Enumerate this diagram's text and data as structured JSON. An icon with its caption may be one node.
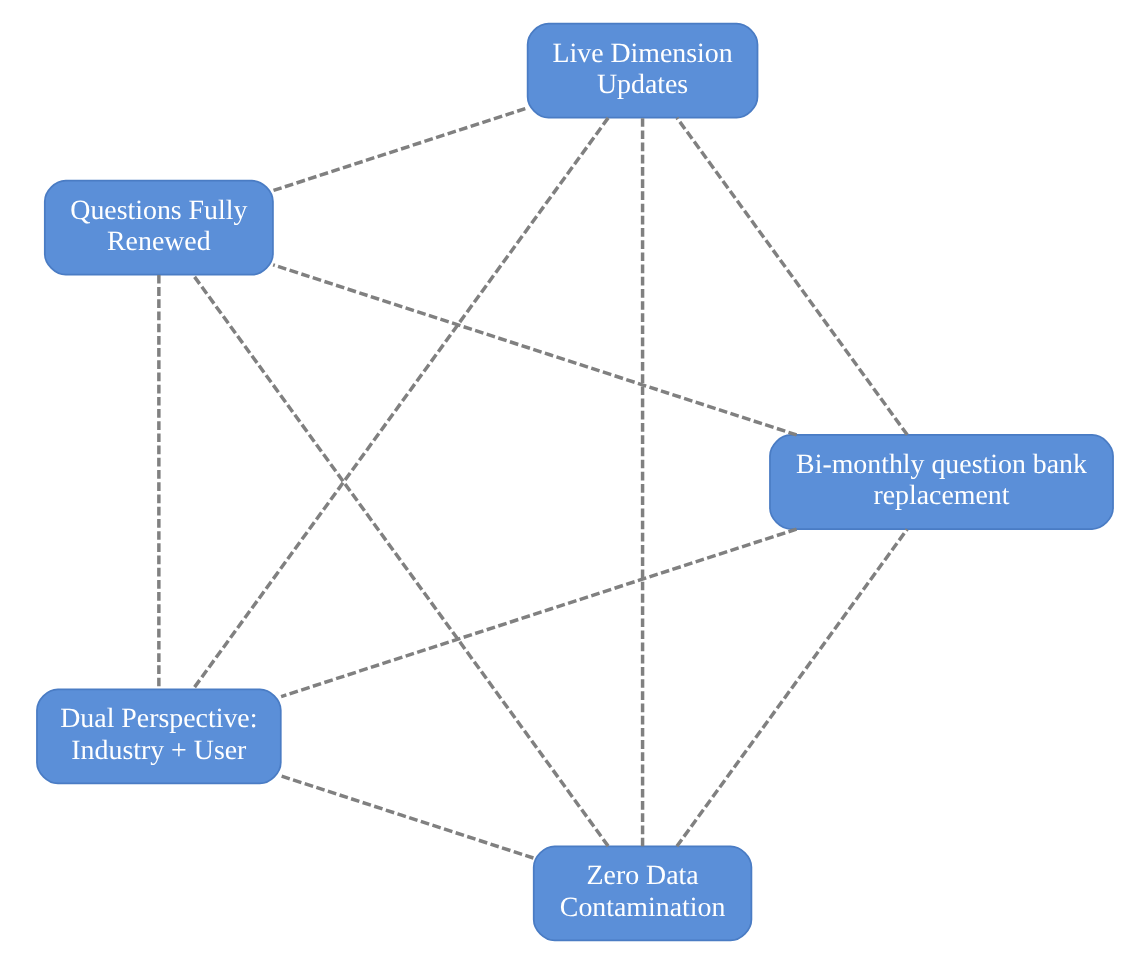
{
  "diagram": {
    "nodes": [
      {
        "text": [
          "Zero Data Contamination"
        ]
      },
      {
        "text": [
          "Bi-monthly question bank replacement"
        ]
      },
      {
        "text": [
          "Questions Fully Renewed"
        ]
      },
      {
        "text": [
          "Live Dimension Updates"
        ]
      },
      {
        "text": [
          "Dual Perspective: Industry + User"
        ]
      }
    ],
    "edges": [
      {
        "from": 0,
        "to": 1,
        "arrow": "none",
        "style": "dashed"
      },
      {
        "from": 0,
        "to": 2,
        "arrow": "none",
        "style": "dashed"
      },
      {
        "from": 0,
        "to": 3,
        "arrow": "none",
        "style": "dashed"
      },
      {
        "from": 0,
        "to": 4,
        "arrow": "none",
        "style": "dashed"
      },
      {
        "from": 1,
        "to": 2,
        "arrow": "none",
        "style": "dashed"
      },
      {
        "from": 1,
        "to": 3,
        "arrow": "none",
        "style": "dashed"
      },
      {
        "from": 1,
        "to": 4,
        "arrow": "none",
        "style": "dashed"
      },
      {
        "from": 2,
        "to": 3,
        "arrow": "none",
        "style": "dashed"
      },
      {
        "from": 2,
        "to": 4,
        "arrow": "none",
        "style": "dashed"
      },
      {
        "from": 3,
        "to": 4,
        "arrow": "none",
        "style": "dashed"
      }
    ]
  }
}
